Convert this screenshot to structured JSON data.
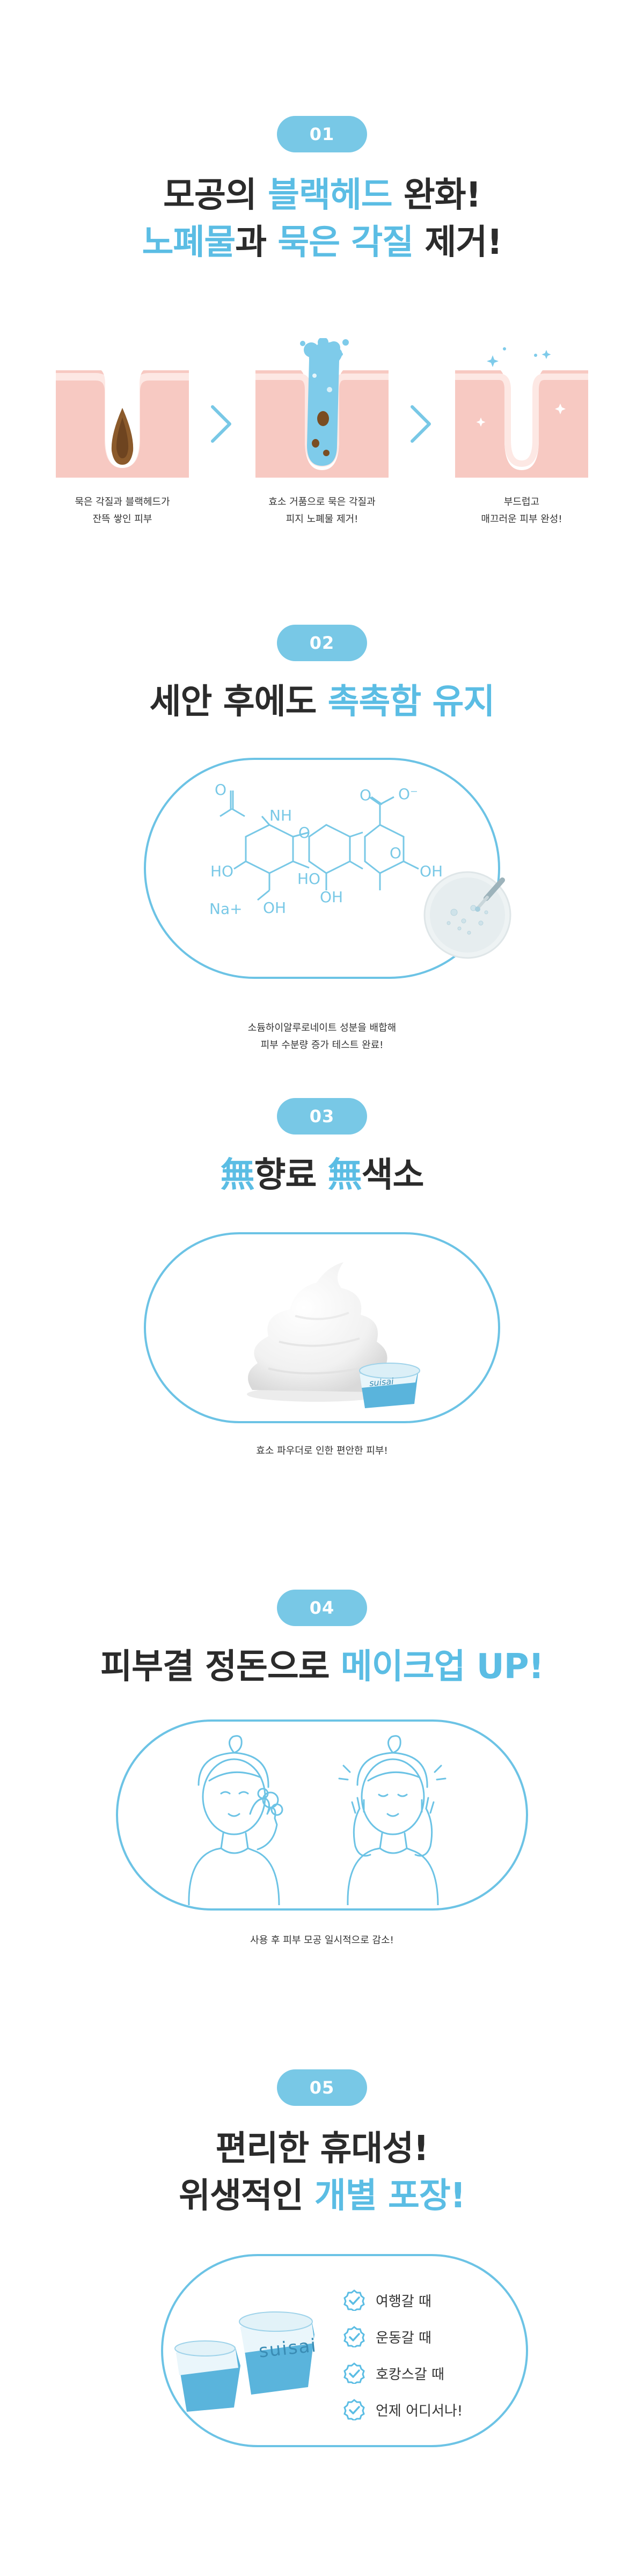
{
  "colors": {
    "accent": "#5bbde4",
    "badge": "#78c8e6",
    "outline": "#6cc3e5",
    "skin": "#f7c9c2",
    "skin_light": "#fde8e4"
  },
  "sections": [
    {
      "badge": "01",
      "title_line1": {
        "a": "모공의 ",
        "b": "블랙헤드",
        "c": " 완화!"
      },
      "title_line2": {
        "a": "노폐물",
        "b": "과 ",
        "c": "묵은 각질",
        "d": " 제거!"
      },
      "steps": [
        {
          "line1": "묵은 각질과 블랙헤드가",
          "line2": "잔뜩 쌓인 피부"
        },
        {
          "line1": "효소 거품으로 묵은 각질과",
          "line2": "피지 노폐물 제거!"
        },
        {
          "line1": "부드럽고",
          "line2": "매끄러운 피부 완성!"
        }
      ]
    },
    {
      "badge": "02",
      "title": {
        "a": "세안 후에도 ",
        "b": "촉촉함 유지"
      },
      "molecule_labels": {
        "nh": "NH",
        "o_minus": "O⁻",
        "ho1": "HO",
        "ho2": "HO",
        "oh1": "OH",
        "oh2": "OH",
        "oh3": "OH",
        "o1": "O",
        "o2": "O",
        "o3": "O",
        "o4": "O",
        "na": "Na+"
      },
      "caption_line1": "소듐하이알루로네이트 성분을 배합해",
      "caption_line2": "피부 수분량 증가 테스트 완료!"
    },
    {
      "badge": "03",
      "title": {
        "a": "無",
        "b": "향료 ",
        "c": "無",
        "d": "색소"
      },
      "product_brand": "suisai",
      "caption": "효소 파우더로 인한 편안한 피부!"
    },
    {
      "badge": "04",
      "title": {
        "a": "피부결 정돈으로 ",
        "b": "메이크업 UP!"
      },
      "caption": "사용 후 피부 모공 일시적으로 감소!"
    },
    {
      "badge": "05",
      "title_line1": "편리한 휴대성!",
      "title_line2": {
        "a": "위생적인 ",
        "b": "개별 포장!"
      },
      "product_brand": "suisai",
      "checklist": [
        "여행갈 때",
        "운동갈 때",
        "호캉스갈 때",
        "언제 어디서나!"
      ]
    }
  ]
}
